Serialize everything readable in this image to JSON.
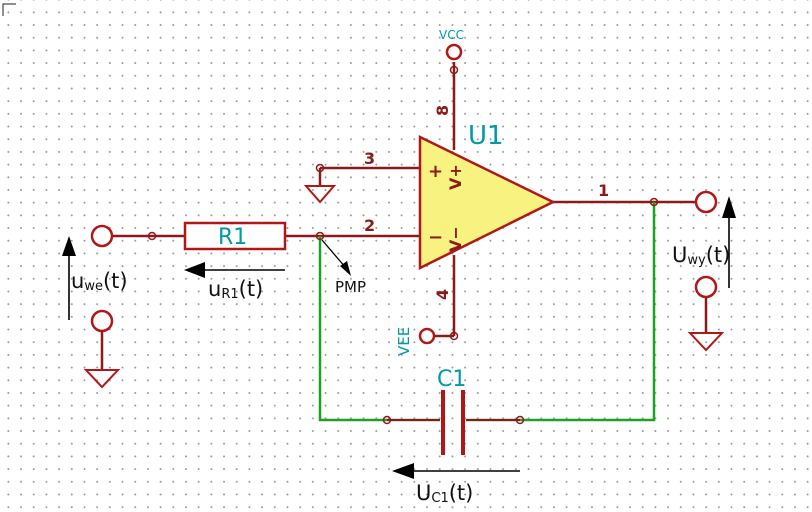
{
  "colors": {
    "wire": "#8b1a1a",
    "net": "#22a022",
    "label": "#009aa6",
    "opamp_fill": "#f8f280",
    "text": "#111111"
  },
  "components": {
    "opamp_ref": "U1",
    "resistor_ref": "R1",
    "capacitor_ref": "C1"
  },
  "power": {
    "vcc": "VCC",
    "vee": "VEE"
  },
  "pins": {
    "p1": "1",
    "p2": "2",
    "p3": "3",
    "p4": "4",
    "p8": "8",
    "plus_sign": "+",
    "minus_sign": "−",
    "vplus": "V+",
    "vminus": "V−"
  },
  "labels": {
    "pmp": "PMP",
    "u_we_main": "u",
    "u_we_sub": "we",
    "u_we_tail": "(t)",
    "u_r1_main": "u",
    "u_r1_sub": "R1",
    "u_r1_tail": "(t)",
    "u_wy_main": "U",
    "u_wy_sub": "wy",
    "u_wy_tail": "(t)",
    "u_c1_main": "U",
    "u_c1_sub": "C1",
    "u_c1_tail": "(t)"
  }
}
